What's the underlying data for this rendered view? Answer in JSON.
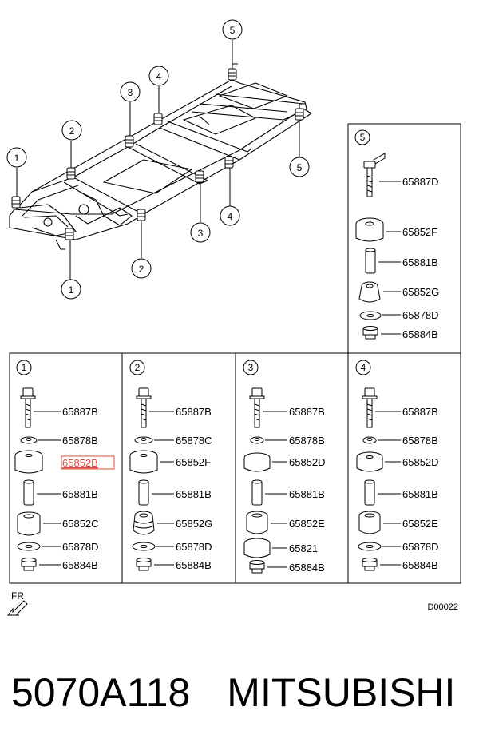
{
  "figure_code": "D00022",
  "direction_label": "FR",
  "part_number": "5070A118",
  "brand": "MITSUBISHI",
  "frame_callouts": [
    "1",
    "2",
    "3",
    "4",
    "5",
    "1",
    "2",
    "3",
    "4",
    "5"
  ],
  "panels": [
    {
      "id": "1",
      "parts": [
        "65887B",
        "65878B",
        "65852B",
        "65881B",
        "65852C",
        "65878D",
        "65884B"
      ],
      "highlight_index": 2
    },
    {
      "id": "2",
      "parts": [
        "65887B",
        "65878C",
        "65852F",
        "65881B",
        "65852G",
        "65878D",
        "65884B"
      ]
    },
    {
      "id": "3",
      "parts": [
        "65887B",
        "65878B",
        "65852D",
        "65881B",
        "65852E",
        "65821",
        "65884B"
      ]
    },
    {
      "id": "4",
      "parts": [
        "65887B",
        "65878B",
        "65852D",
        "65881B",
        "65852E",
        "65878D",
        "65884B"
      ]
    },
    {
      "id": "5",
      "parts": [
        "65887D",
        "65852F",
        "65881B",
        "65852G",
        "65878D",
        "65884B"
      ]
    }
  ],
  "colors": {
    "highlight": "#e0483c",
    "line": "#000000"
  }
}
